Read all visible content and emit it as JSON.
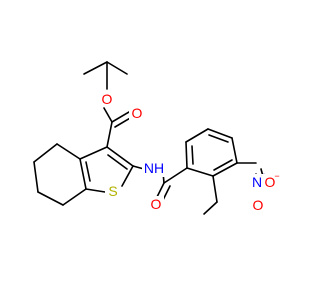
{
  "structure": {
    "atoms": {
      "ester_oxygen": {
        "symbol": "O",
        "color": "#ff0000"
      },
      "carbonyl_oxygen_ester": {
        "symbol": "O",
        "color": "#ff0000"
      },
      "amide_nitrogen": {
        "symbol": "NH",
        "color": "#0000ff"
      },
      "thiophene_sulfur": {
        "symbol": "S",
        "color": "#b2b200"
      },
      "amide_oxygen": {
        "symbol": "O",
        "color": "#ff0000"
      },
      "nitro_nitrogen": {
        "symbol": "N",
        "charge": "+",
        "color": "#0000ff"
      },
      "nitro_oxygen_top": {
        "symbol": "O",
        "charge": "−",
        "color": "#ff0000"
      },
      "nitro_oxygen_bottom": {
        "symbol": "O",
        "color": "#ff0000"
      }
    },
    "bond_color": "#000000"
  }
}
